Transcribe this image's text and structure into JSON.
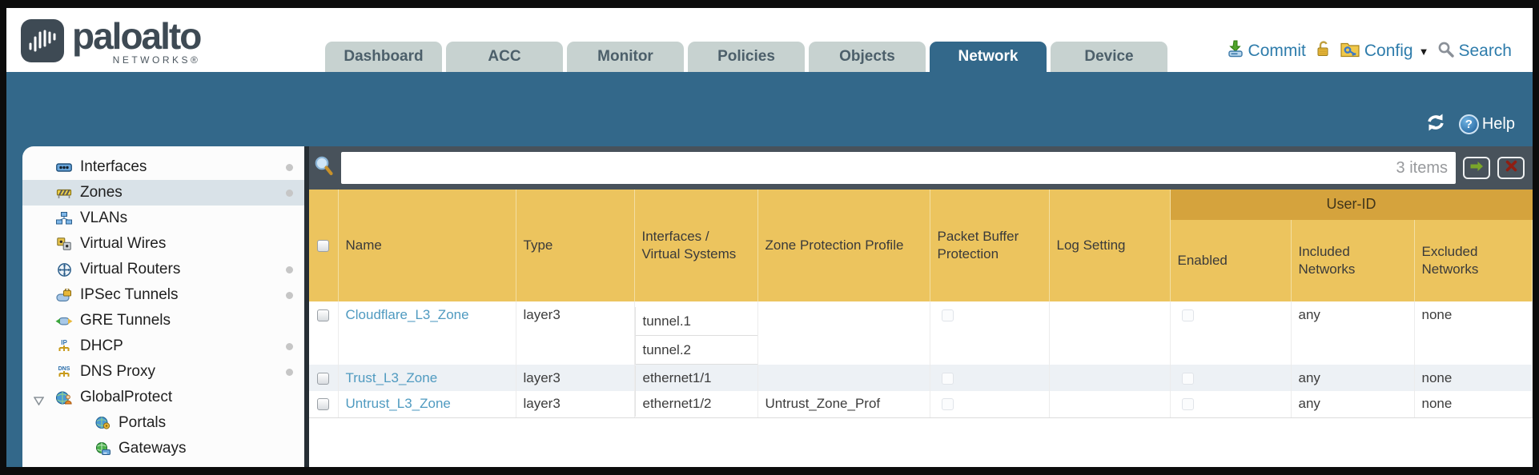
{
  "brand": {
    "wordmark": "paloalto",
    "subtext": "NETWORKS®"
  },
  "nav_tabs": [
    {
      "label": "Dashboard",
      "active": false
    },
    {
      "label": "ACC",
      "active": false
    },
    {
      "label": "Monitor",
      "active": false
    },
    {
      "label": "Policies",
      "active": false
    },
    {
      "label": "Objects",
      "active": false
    },
    {
      "label": "Network",
      "active": true
    },
    {
      "label": "Device",
      "active": false
    }
  ],
  "utilities": {
    "commit_label": "Commit",
    "config_label": "Config",
    "search_label": "Search"
  },
  "banner": {
    "help_label": "Help"
  },
  "sidebar": {
    "items": [
      {
        "label": "Interfaces",
        "selected": false,
        "dot": true
      },
      {
        "label": "Zones",
        "selected": true,
        "dot": true
      },
      {
        "label": "VLANs",
        "selected": false,
        "dot": false
      },
      {
        "label": "Virtual Wires",
        "selected": false,
        "dot": false
      },
      {
        "label": "Virtual Routers",
        "selected": false,
        "dot": true
      },
      {
        "label": "IPSec Tunnels",
        "selected": false,
        "dot": true
      },
      {
        "label": "GRE Tunnels",
        "selected": false,
        "dot": false
      },
      {
        "label": "DHCP",
        "selected": false,
        "dot": true
      },
      {
        "label": "DNS Proxy",
        "selected": false,
        "dot": true
      },
      {
        "label": "GlobalProtect",
        "selected": false,
        "dot": false,
        "expanded": true
      },
      {
        "label": "Portals",
        "selected": false,
        "dot": false,
        "child": true
      },
      {
        "label": "Gateways",
        "selected": false,
        "dot": false,
        "child": true
      }
    ]
  },
  "filter_bar": {
    "query_value": "",
    "items_count": "3 items"
  },
  "table": {
    "group_header": "User-ID",
    "columns": {
      "name": "Name",
      "type": "Type",
      "interfaces": "Interfaces / Virtual Systems",
      "zone_protection_profile": "Zone Protection Profile",
      "packet_buffer_protection": "Packet Buffer Protection",
      "log_setting": "Log Setting",
      "enabled": "Enabled",
      "included_networks": "Included Networks",
      "excluded_networks": "Excluded Networks"
    },
    "rows": [
      {
        "name": "Cloudflare_L3_Zone",
        "type": "layer3",
        "interfaces": [
          "tunnel.1",
          "tunnel.2"
        ],
        "zone_protection_profile": "",
        "log_setting": "",
        "enabled": false,
        "included_networks": "any",
        "excluded_networks": "none"
      },
      {
        "name": "Trust_L3_Zone",
        "type": "layer3",
        "interfaces": [
          "ethernet1/1"
        ],
        "zone_protection_profile": "",
        "log_setting": "",
        "enabled": false,
        "included_networks": "any",
        "excluded_networks": "none"
      },
      {
        "name": "Untrust_L3_Zone",
        "type": "layer3",
        "interfaces": [
          "ethernet1/2"
        ],
        "zone_protection_profile": "Untrust_Zone_Prof",
        "log_setting": "",
        "enabled": false,
        "included_networks": "any",
        "excluded_networks": "none"
      }
    ]
  },
  "colors": {
    "active_tab_bg": "#33688a",
    "banner_bg": "#33688a",
    "table_header_bg": "#ecc45e",
    "user_id_band_bg": "#d5a33d",
    "filter_bar_bg": "#48525b",
    "zone_link_text": "#4f9ac0",
    "utility_link_text": "#2e7cab"
  }
}
